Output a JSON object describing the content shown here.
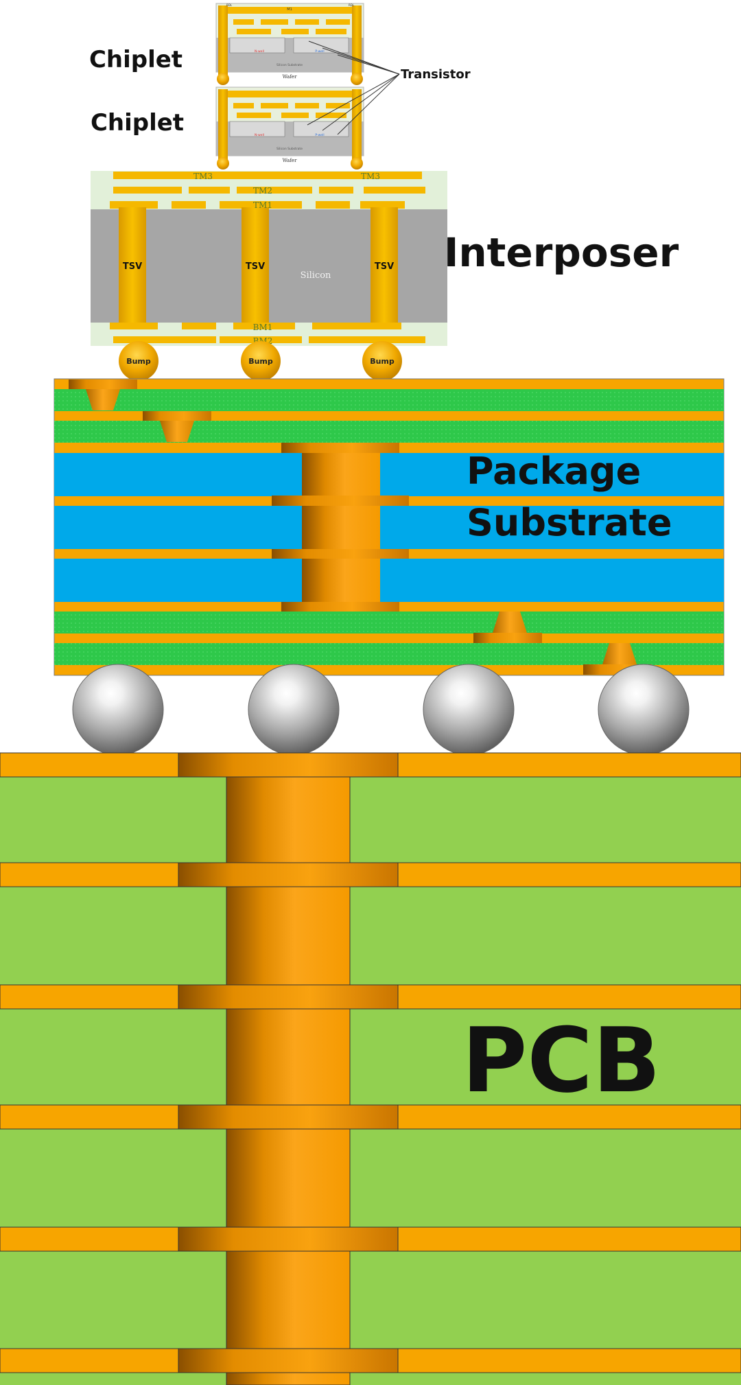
{
  "labels": {
    "chiplet_1": "Chiplet",
    "chiplet_2": "Chiplet",
    "transistor": "Transistor",
    "interposer": "Interposer",
    "package_line1": "Package",
    "package_line2": "Substrate",
    "pcb": "PCB",
    "silicon": "Silicon",
    "tsv": "TSV",
    "bump": "Bump",
    "tm1": "TM1",
    "tm2": "TM2",
    "tm3": "TM3",
    "bm1": "BM1",
    "bm2": "BM2",
    "wafer": "Wafer",
    "chip_top_label": "M1",
    "rdl": "RDL",
    "chip_n_label": "N-well",
    "chip_p_label": "P-well",
    "chip_substrate": "Silicon Substrate"
  },
  "colors": {
    "copper": "#f7a500",
    "copper_dark": "#c07300",
    "gold": "#f5b800",
    "green_layer": "#2ec84a",
    "blue_layer": "#00a9ea",
    "pcb_green": "#92d050",
    "silicon_gray": "#a6a6a6",
    "dielectric_light": "#e2f0d9",
    "ball_silver": "#bfbfbf"
  },
  "icons": {
    "solder_ball": "sphere-icon",
    "bump": "bump-icon"
  }
}
